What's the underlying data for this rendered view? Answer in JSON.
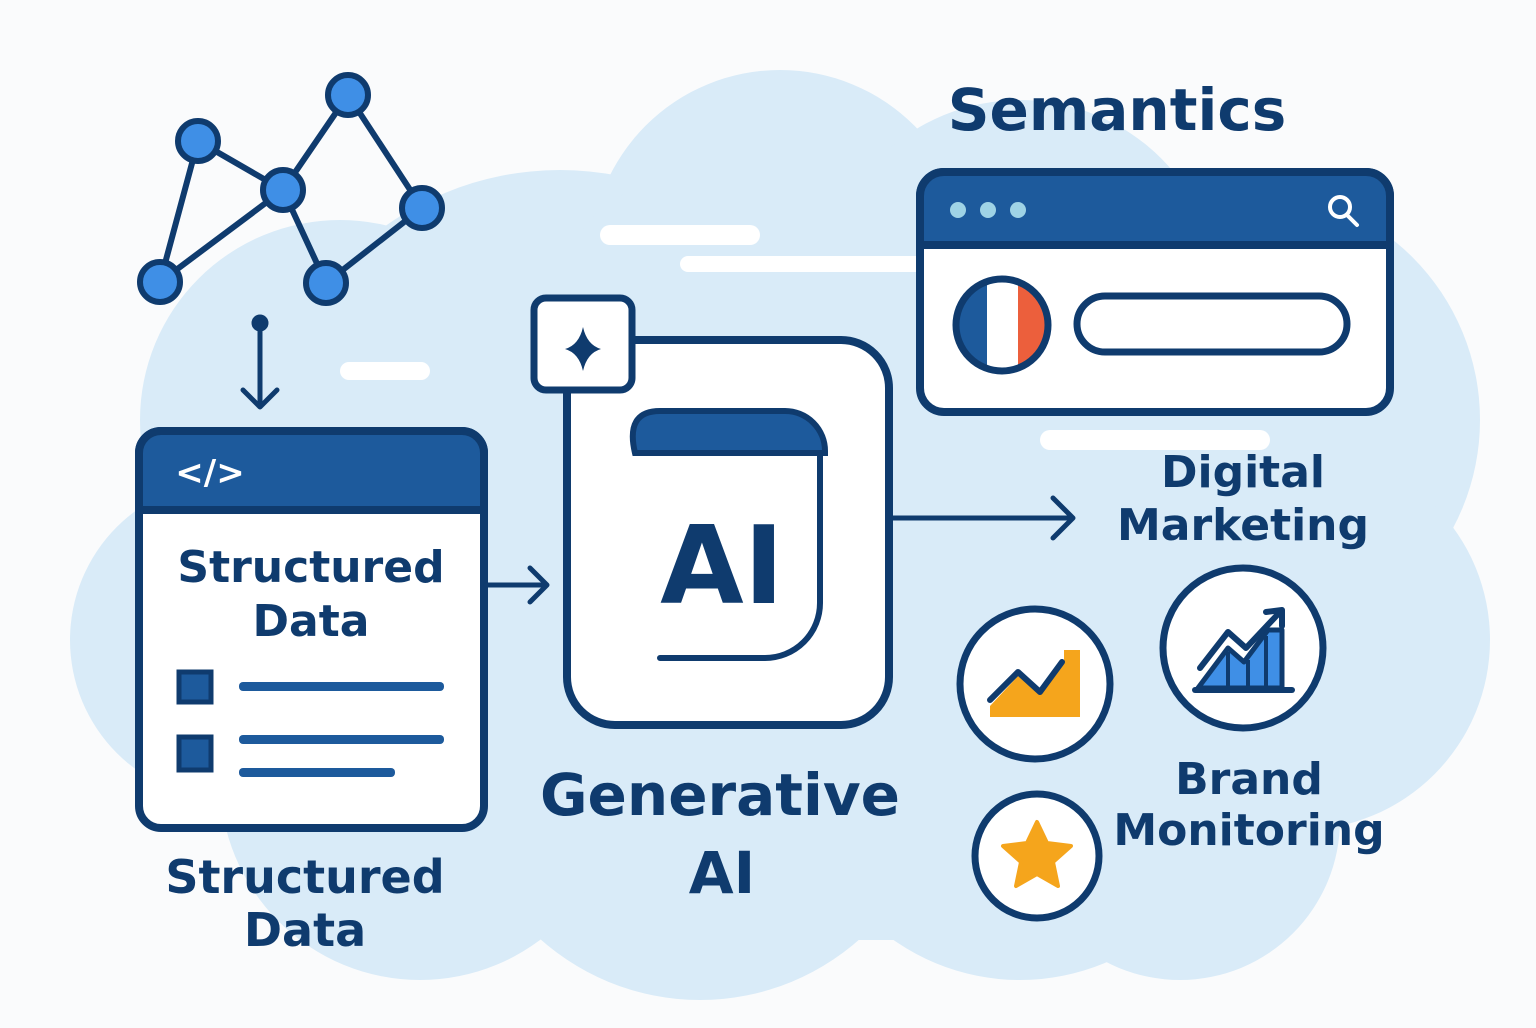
{
  "colors": {
    "navy": "#0f3b6e",
    "blue": "#1d5a9c",
    "bright_blue": "#3f8fe6",
    "cloud": "#d9ebf8",
    "orange": "#f5a51c",
    "flag_red": "#ec5f3c",
    "white": "#ffffff",
    "dots": "#9fd3e6"
  },
  "labels": {
    "semantics": "Semantics",
    "structured_data_card": [
      "Structured",
      "Data"
    ],
    "structured_data_caption": [
      "Structured",
      "Data"
    ],
    "generative_ai": [
      "Generative",
      "AI"
    ],
    "ai_badge": "AI",
    "code_tag": "</>",
    "digital_marketing": [
      "Digital",
      "Marketing"
    ],
    "brand_monitoring": [
      "Brand",
      "Monitoring"
    ]
  },
  "icons": {
    "network": "network-graph-icon",
    "sparkle": "sparkle-icon",
    "search": "search-icon",
    "flag": "french-flag-icon",
    "trend_up": "trend-up-icon",
    "growth_chart": "growth-chart-icon",
    "star": "star-icon"
  }
}
